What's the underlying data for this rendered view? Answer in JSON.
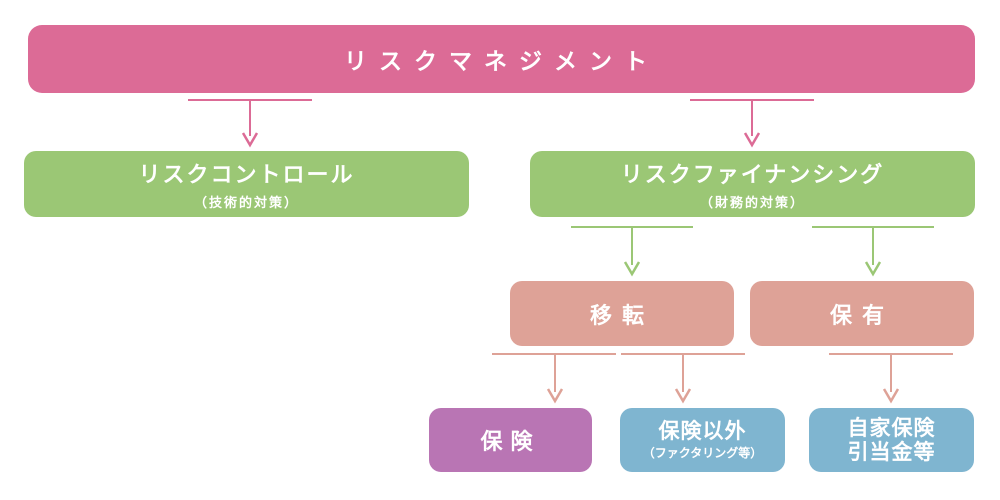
{
  "root": {
    "label": "リスクマネジメント"
  },
  "control": {
    "label": "リスクコントロール",
    "sub": "（技術的対策）"
  },
  "financing": {
    "label": "リスクファイナンシング",
    "sub": "（財務的対策）"
  },
  "transfer": {
    "label": "移転"
  },
  "retention": {
    "label": "保有"
  },
  "insurance": {
    "label": "保険"
  },
  "non_insurance": {
    "label": "保険以外",
    "sub": "（ファクタリング等）"
  },
  "self_insurance": {
    "line1": "自家保険",
    "line2": "引当金等"
  },
  "colors": {
    "root": "#dc6b96",
    "green": "#9bc775",
    "salmon": "#dea297",
    "purple": "#b975b4",
    "blue": "#7fb5d0"
  }
}
